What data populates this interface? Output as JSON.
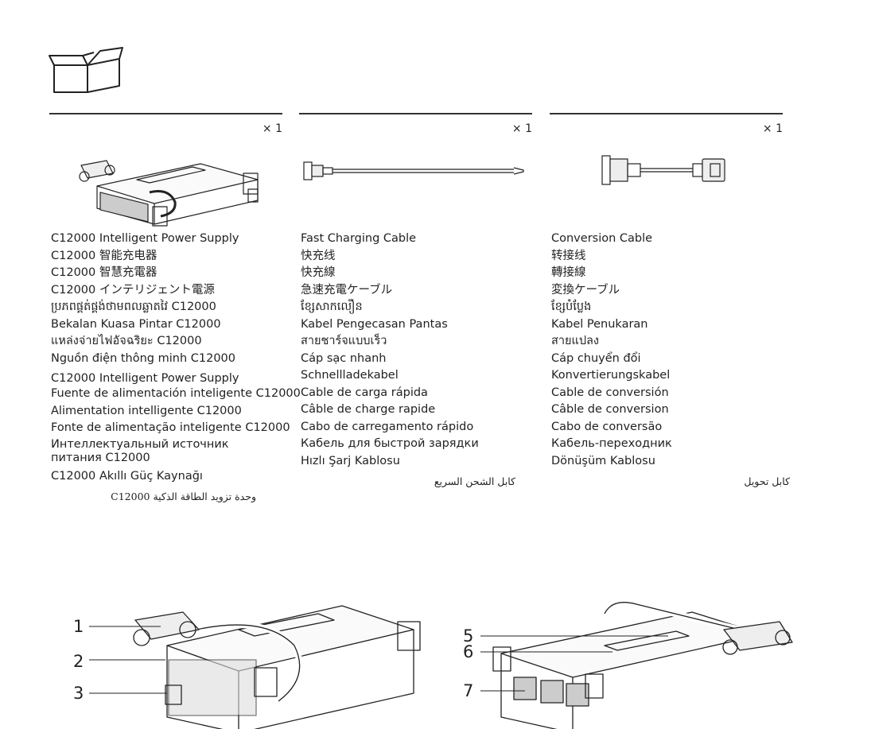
{
  "columns": [
    {
      "qty": "× 1",
      "names": [
        "C12000 Intelligent Power Supply",
        "C12000 智能充电器",
        "C12000 智慧充電器",
        "C12000 インテリジェント電源",
        "ប្រភពផ្គត់ផ្គង់ថាមពលឆ្លាតវៃ C12000",
        "Bekalan Kuasa Pintar C12000",
        "แหล่งจ่ายไฟอัจฉริยะ C12000",
        "Nguồn điện thông minh C12000",
        "C12000 Intelligent Power Supply",
        "Fuente de alimentación inteligente C12000",
        "Alimentation intelligente C12000",
        "Fonte de alimentação inteligente C12000",
        "Интеллектуальный источник питания C12000",
        "C12000 Akıllı Güç Kaynağı"
      ],
      "arabic": "وحدة تزويد الطاقة الذكية C12000"
    },
    {
      "qty": "× 1",
      "names": [
        "Fast Charging Cable",
        "快充线",
        "快充線",
        "急速充電ケーブル",
        "ខ្សែសាកលឿន",
        "Kabel Pengecasan Pantas",
        "สายชาร์จแบบเร็ว",
        "Cáp sạc nhanh",
        "Schnellladekabel",
        "Cable de carga rápida",
        "Câble de charge rapide",
        "Cabo de carregamento rápido",
        "Кабель для быстрой зарядки",
        "Hızlı Şarj Kablosu"
      ],
      "arabic": "كابل الشحن السريع"
    },
    {
      "qty": "× 1",
      "names": [
        "Conversion Cable",
        "转接线",
        "轉接線",
        "変換ケーブル",
        "ខ្សែបំប្លែង",
        "Kabel Penukaran",
        "สายแปลง",
        "Cáp chuyển đổi",
        "Konvertierungskabel",
        "Cable de conversión",
        "Câble de conversion",
        "Cabo de conversão",
        "Кабель-переходник",
        "Dönüşüm Kablosu"
      ],
      "arabic": "كابل تحويل"
    }
  ],
  "callouts": [
    "1",
    "2",
    "3",
    "5",
    "6",
    "7"
  ],
  "icons": {
    "package": "open-box-icon",
    "power_supply": "power-supply-illustration",
    "fast_cable": "fast-charging-cable-illustration",
    "conversion_cable": "conversion-cable-illustration"
  }
}
